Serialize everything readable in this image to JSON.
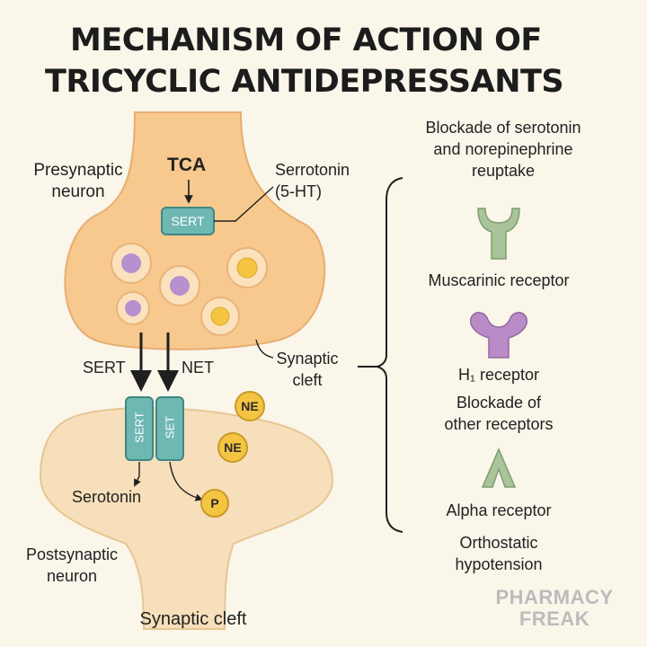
{
  "title": {
    "line1": "MECHANISM OF ACTION OF",
    "line2": "TRICYCLIC ANTIDEPRESSANTS"
  },
  "presynaptic": {
    "label_line1": "Presynaptic",
    "label_line2": "neuron",
    "drug": "TCA",
    "transporter": "SERT",
    "neurotransmitter_line1": "Serrotonin",
    "neurotransmitter_line2": "(5-HT)"
  },
  "arrows": {
    "left_label": "SERT",
    "right_label": "NET"
  },
  "synaptic_cleft_pointer": {
    "line1": "Synaptic",
    "line2": "cleft"
  },
  "postsynaptic": {
    "transporter_left": "SERT",
    "transporter_right": "SET",
    "ne_1": "NE",
    "ne_2": "NE",
    "serotonin": "Serotonin",
    "p": "P",
    "label_line1": "Postsynaptic",
    "label_line2": "neuron",
    "bottom_label": "Synaptic cleft"
  },
  "effects": {
    "heading_line1": "Blockade of serotonin",
    "heading_line2": "and norepinephrine",
    "heading_line3": "reuptake",
    "muscarinic": "Muscarinic receptor",
    "h1": "H₁ receptor",
    "blockade_line1": "Blockade of",
    "blockade_line2": "other receptors",
    "alpha": "Alpha receptor",
    "ortho_line1": "Orthostatic",
    "ortho_line2": "hypotension"
  },
  "watermark": {
    "line1": "PHARMACY",
    "line2": "FREAK"
  },
  "colors": {
    "background": "#faf6ea",
    "neuron_fill": "#f8c98e",
    "neuron_stroke": "#e0a66c",
    "post_fill": "#f6dfba",
    "transporter": "#6fb7b3",
    "vesicle_purple": "#b690cf",
    "vesicle_yellow": "#f5c542",
    "receptor_green": "#a9c39a",
    "receptor_purple": "#b98bc7"
  }
}
